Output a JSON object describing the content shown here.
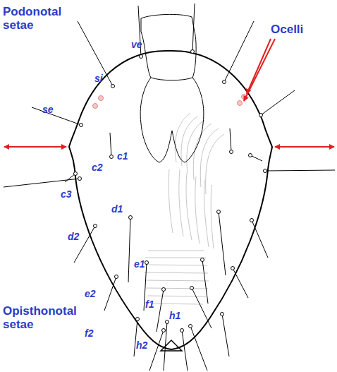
{
  "diagram": {
    "labels": [
      "Podonotal setae",
      "Ocelli",
      "ve",
      "si",
      "se",
      "c1",
      "c2",
      "c3",
      "d1",
      "d2",
      "e1",
      "e2",
      "f1",
      "f2",
      "h1",
      "h2",
      "Opisthonotal setae"
    ]
  }
}
